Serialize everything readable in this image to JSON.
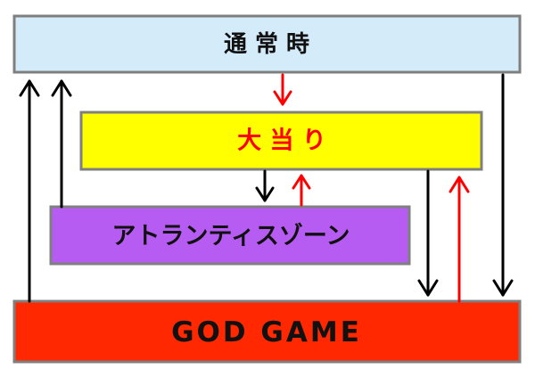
{
  "states": {
    "normal": {
      "label": "通 常 時",
      "fill": "#d4ebfa",
      "text_color": "#111111"
    },
    "bonus": {
      "label": "大 当 り",
      "fill": "#ffff00",
      "text_color": "#ff0000"
    },
    "atlantis": {
      "label": "アトランティスゾーン",
      "fill": "#b65cf2",
      "text_color": "#111111"
    },
    "god_game": {
      "label": "GOD GAME",
      "fill": "#ff2800",
      "text_color": "#111111"
    }
  },
  "arrow_colors": {
    "black": "#000000",
    "red": "#ff0000"
  }
}
